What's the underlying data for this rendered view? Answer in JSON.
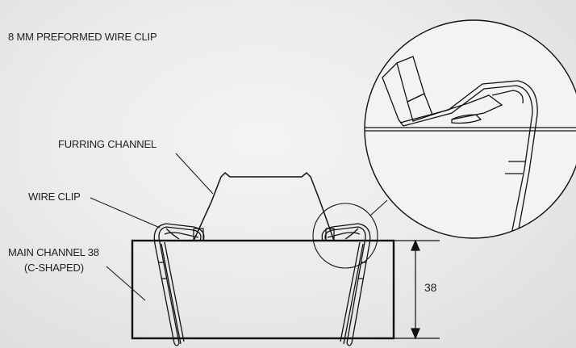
{
  "labels": {
    "title": "8 MM PREFORMED  WIRE CLIP",
    "furring_channel": "FURRING CHANNEL",
    "wire_clip": "WIRE CLIP",
    "main_channel_line1": "MAIN CHANNEL 38",
    "main_channel_line2": "(C-SHAPED)",
    "dimension": "38"
  }
}
